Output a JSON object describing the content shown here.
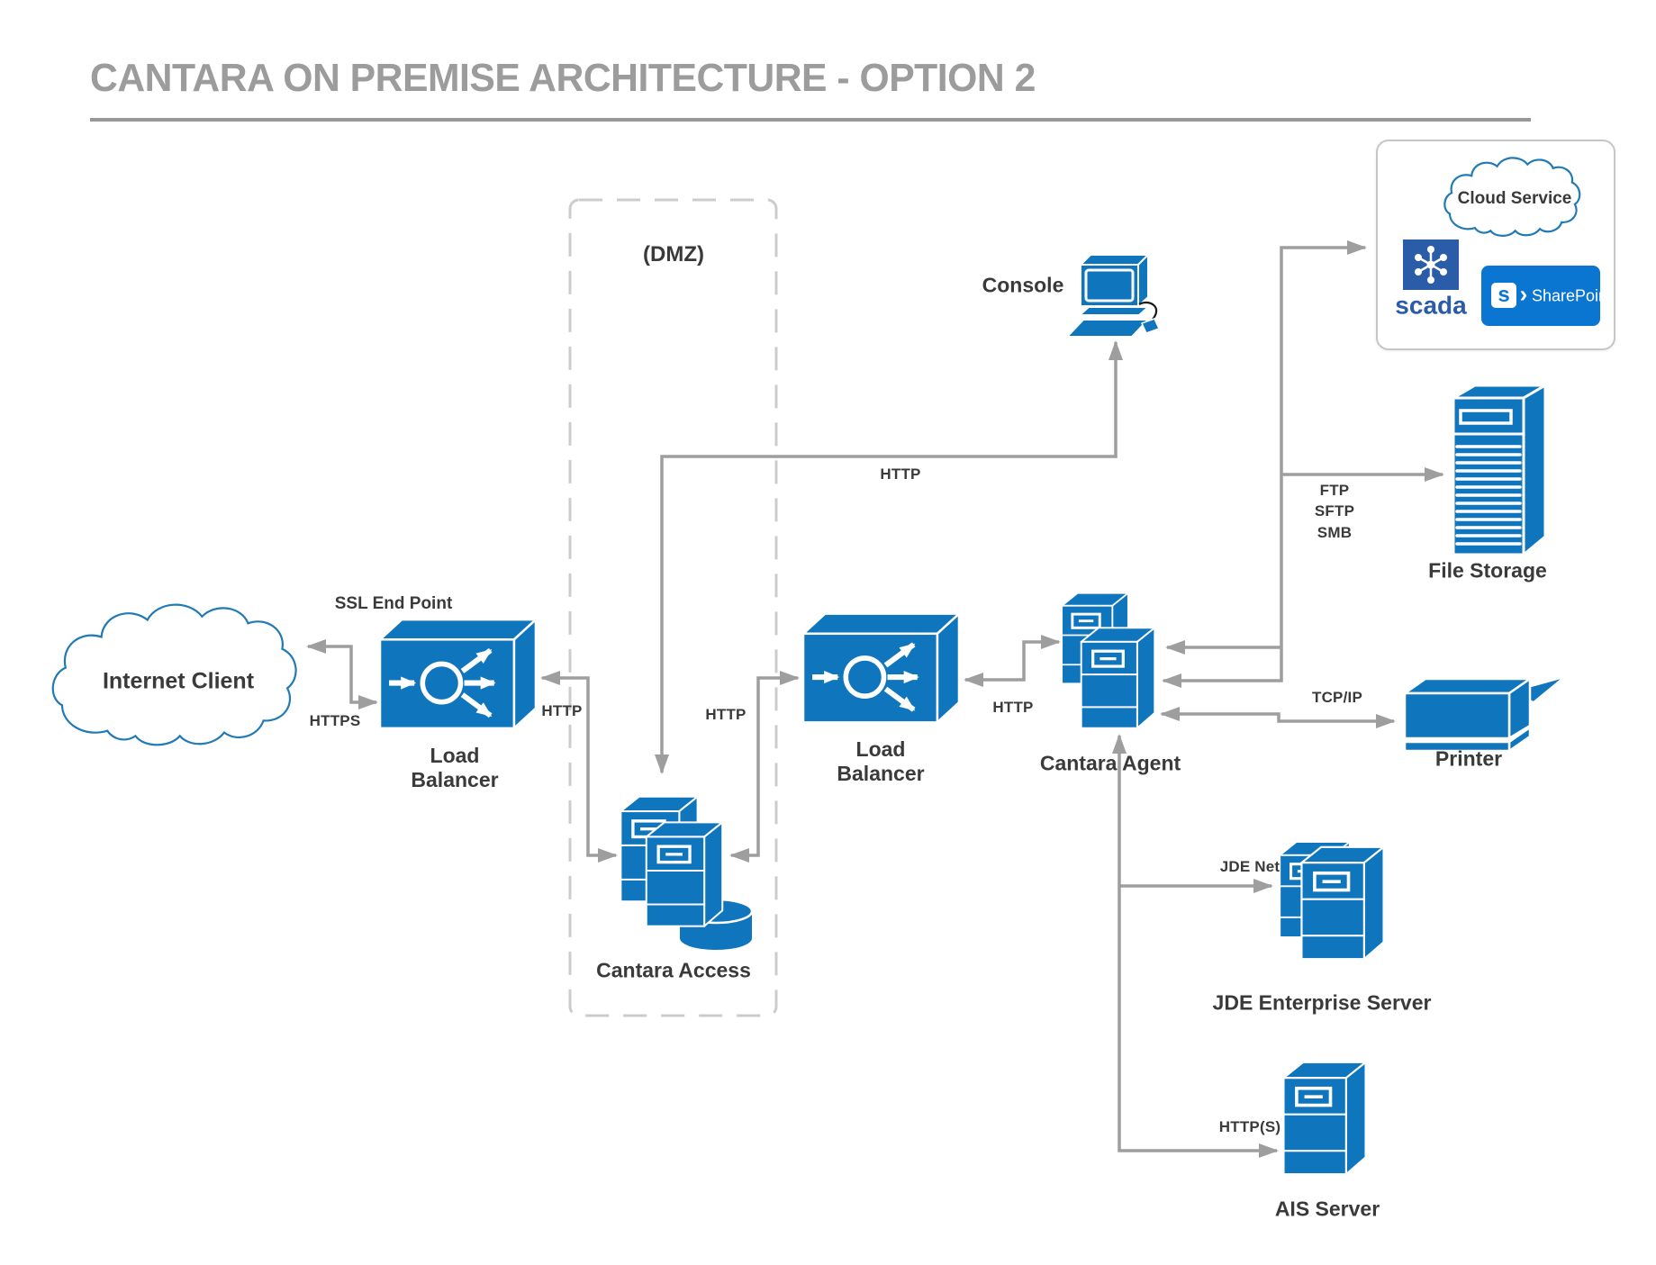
{
  "title": "CANTARA ON PREMISE ARCHITECTURE - OPTION 2",
  "dmz_label": "(DMZ)",
  "nodes": {
    "internet_client": "Internet Client",
    "ssl_end_point": "SSL End Point",
    "load_balancer_1": "Load Balancer",
    "cantara_access": "Cantara Access",
    "load_balancer_2": "Load Balancer",
    "cantara_agent": "Cantara Agent",
    "console": "Console",
    "file_storage": "File Storage",
    "printer": "Printer",
    "jde_enterprise_server": "JDE Enterprise Server",
    "ais_server": "AIS Server"
  },
  "cloud_service": {
    "title": "Cloud Service",
    "scada_label": "scada",
    "sharepoint_s": "s",
    "sharepoint_chevron": "›",
    "sharepoint_label": "SharePoint"
  },
  "edge_labels": {
    "https": "HTTPS",
    "http_lb1_access": "HTTP",
    "http_access_lb2": "HTTP",
    "http_lb2_agent": "HTTP",
    "http_console": "HTTP",
    "ftp": "FTP",
    "sftp": "SFTP",
    "smb": "SMB",
    "tcp_ip": "TCP/IP",
    "jde_net": "JDE Net",
    "https_ais": "HTTP(S)"
  },
  "colors": {
    "node_blue": "#0f76bd",
    "connector_gray": "#9e9e9e",
    "text_dark": "#3a3a3a",
    "title_gray": "#9c9c9c",
    "dmz_border": "#cccccc",
    "cloud_stroke": "#1f7ab5",
    "scada_blue": "#2a5ca8",
    "sharepoint_blue": "#0a76d2"
  }
}
